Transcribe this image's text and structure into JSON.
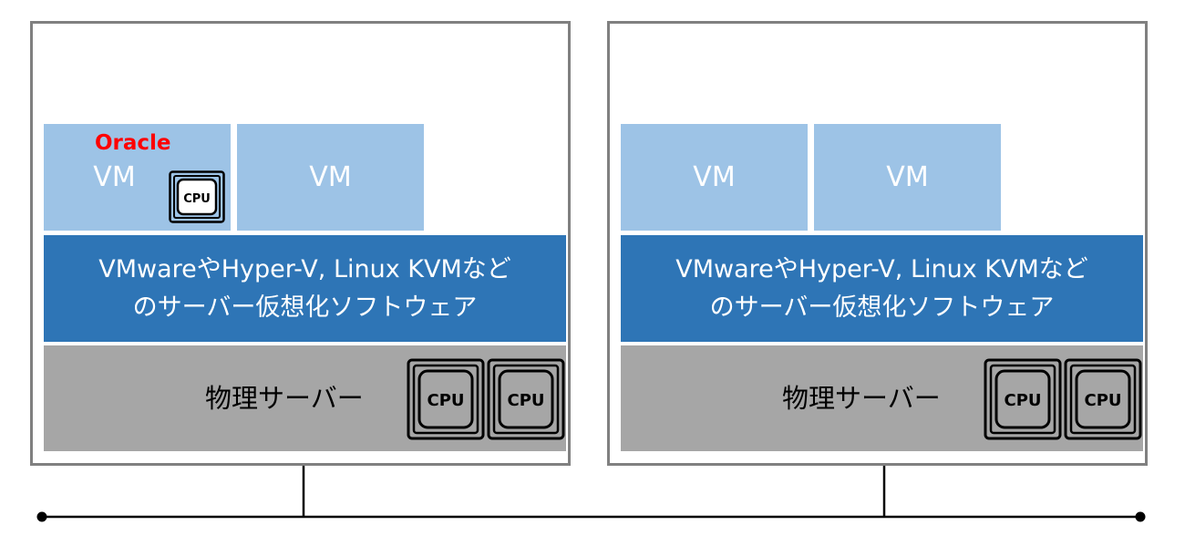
{
  "servers": [
    {
      "vms": [
        {
          "label": "VM",
          "tag": "Oracle",
          "has_cpu": true
        },
        {
          "label": "VM"
        }
      ],
      "hypervisor": {
        "line1": "VMwareやHyper-V, Linux KVMなど",
        "line2": "のサーバー仮想化ソフトウェア"
      },
      "physical": {
        "label": "物理サーバー",
        "cpu_count": 2
      }
    },
    {
      "vms": [
        {
          "label": "VM"
        },
        {
          "label": "VM"
        }
      ],
      "hypervisor": {
        "line1": "VMwareやHyper-V, Linux KVMなど",
        "line2": "のサーバー仮想化ソフトウェア"
      },
      "physical": {
        "label": "物理サーバー",
        "cpu_count": 2
      }
    }
  ],
  "cpu": {
    "label": "CPU",
    "icon": "cpu-chip-icon"
  },
  "colors": {
    "vm": "#9dc3e6",
    "hypervisor": "#2e75b6",
    "physical": "#a6a6a6",
    "server_border": "#808080",
    "oracle": "#ff0000"
  }
}
